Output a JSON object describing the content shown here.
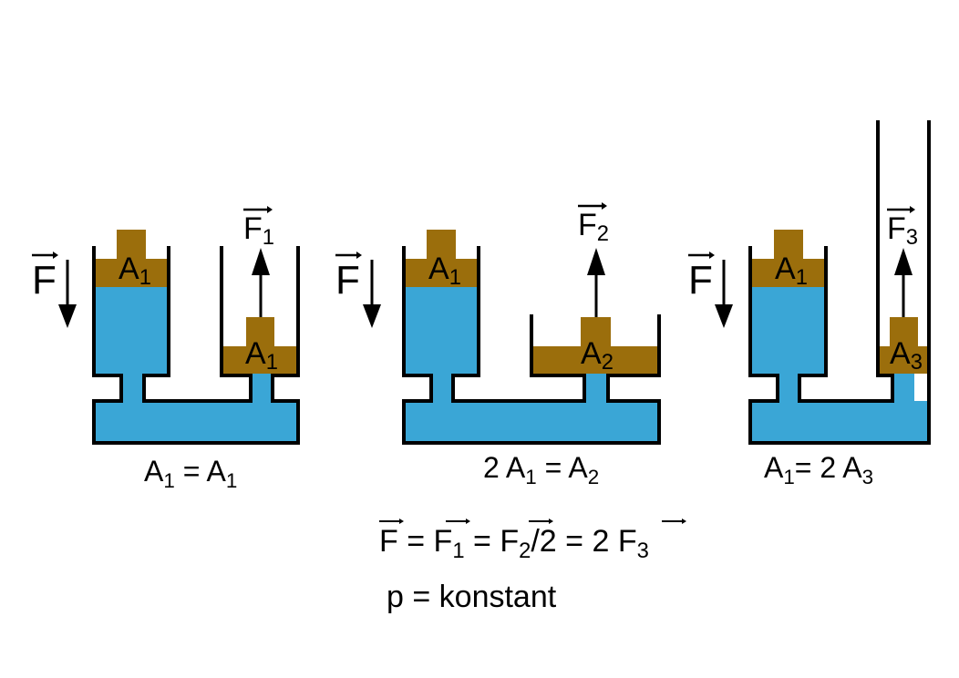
{
  "colors": {
    "fluid": "#3aa6d6",
    "piston": "#9b6e0c",
    "wall": "#000000",
    "background": "#ffffff"
  },
  "systems": [
    {
      "force_in": "F",
      "force_out": "F",
      "force_out_sub": "1",
      "left_piston": "A",
      "left_piston_sub": "1",
      "right_piston": "A",
      "right_piston_sub": "1",
      "relation": {
        "l": "A",
        "l_sub": "1",
        "mid": " = A",
        "r_sub": "1"
      }
    },
    {
      "force_in": "F",
      "force_out": "F",
      "force_out_sub": "2",
      "left_piston": "A",
      "left_piston_sub": "1",
      "right_piston": "A",
      "right_piston_sub": "2",
      "relation": {
        "l": "2 A",
        "l_sub": "1",
        "mid": " = A",
        "r_sub": "2"
      }
    },
    {
      "force_in": "F",
      "force_out": "F",
      "force_out_sub": "3",
      "left_piston": "A",
      "left_piston_sub": "1",
      "right_piston": "A",
      "right_piston_sub": "3",
      "relation": {
        "l": "A",
        "l_sub": "1",
        "mid": "= 2 A",
        "r_sub": "3"
      }
    }
  ],
  "equation": {
    "f": "F",
    "eq1": " = ",
    "f1": "F",
    "f1_sub": "1",
    "eq2": " = ",
    "f2": "F",
    "f2_sub": "2",
    "div": "/2 = 2 ",
    "f3": "F",
    "f3_sub": "3"
  },
  "pressure_statement": "p = konstant"
}
